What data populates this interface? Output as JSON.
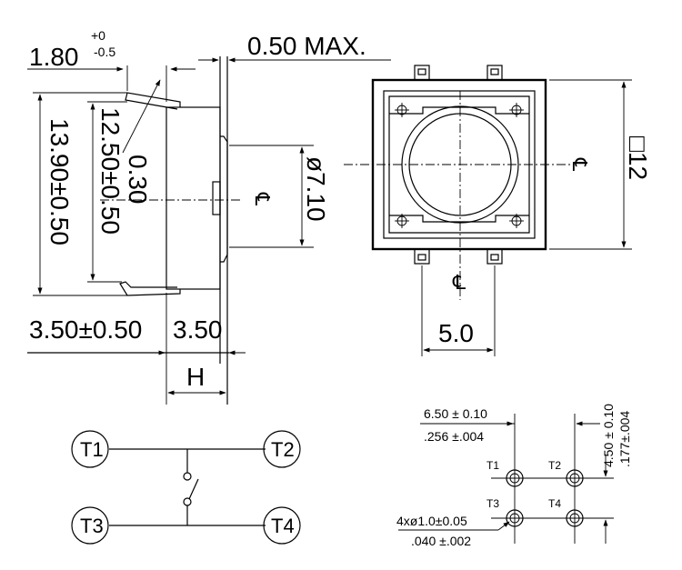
{
  "side_view": {
    "dim_top_nominal": "1.80",
    "dim_top_tol_plus": "+0",
    "dim_top_tol_minus": "-0.5",
    "dim_max": "0.50 MAX.",
    "dim_height_outer": "13.90±0.50",
    "dim_height_inner": "12.50±0.50",
    "dim_lead": "0.30",
    "dim_diameter": "ø7.10",
    "dim_bottom_left": "3.50±0.50",
    "dim_bottom_right": "3.50",
    "dim_h": "H",
    "centerline_symbol": "℄"
  },
  "top_view": {
    "dim_square": "□12",
    "dim_pitch": "5.0",
    "centerline_symbol": "℄"
  },
  "schematic": {
    "terminals": [
      "T1",
      "T2",
      "T3",
      "T4"
    ]
  },
  "footprint": {
    "dim_h_mm": "6.50 ± 0.10",
    "dim_h_in": ".256 ±.004",
    "dim_v_mm": "4.50 ± 0.10",
    "dim_v_in": ".177±.004",
    "hole_mm": "4xø1.0±0.05",
    "hole_in": ".040 ±.002",
    "pad_labels": [
      "T1",
      "T2",
      "T3",
      "T4"
    ]
  }
}
